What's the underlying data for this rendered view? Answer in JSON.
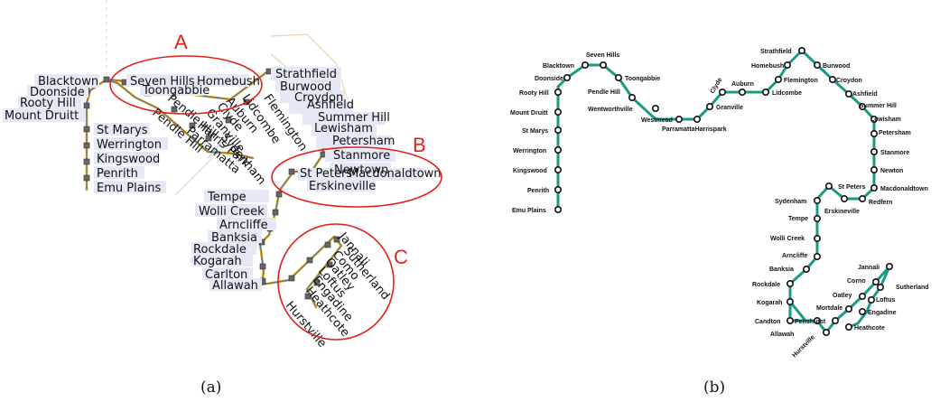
{
  "panel_a": {
    "caption": "(a)",
    "callouts": {
      "a": "A",
      "b": "B",
      "c": "C"
    },
    "labels": [
      "Blacktown",
      "Doonside",
      "Rooty Hill",
      "Mount Druitt",
      "St Marys",
      "Werrington",
      "Kingswood",
      "Penrith",
      "Emu Plains",
      "Seven Hills",
      "Toongabbie",
      "Homebush",
      "Pendle Hill",
      "Pendle Hill",
      "Harris Park",
      "Parramatta",
      "Granville",
      "Clyde",
      "Auburn",
      "Lidcombe",
      "Sydenham",
      "Flemington",
      "Strathfield",
      "Burwood",
      "Croydon",
      "Ashfield",
      "Summer Hill",
      "Lewisham",
      "Petersham",
      "Stanmore",
      "Newtown",
      "St Peters",
      "Macdonaldtown",
      "Erskineville",
      "Tempe",
      "Wolli Creek",
      "Arncliffe",
      "Banksia",
      "Rockdale",
      "Kogarah",
      "Carlton",
      "Allawah",
      "Jannali",
      "Sutherland",
      "Como",
      "Oatley",
      "Loftus",
      "Engadine",
      "Heathcote",
      "Hurstville"
    ]
  },
  "panel_b": {
    "caption": "(b)",
    "stations": [
      "Blacktown",
      "Seven Hills",
      "Doonside",
      "Toongabbie",
      "Rooty Hill",
      "Pendle Hill",
      "Mount Druitt",
      "Wentworthville",
      "Westmead",
      "ParramattaHarrispark",
      "Granville",
      "Clyde",
      "Auburn",
      "Lidcombe",
      "Flemington",
      "Homebush",
      "Strathfield",
      "Burwood",
      "Croydon",
      "Ashfield",
      "Summer Hill",
      "Lewisham",
      "Petersham",
      "Stanmore",
      "Newton",
      "Macdonaldtown",
      "Redfern",
      "St Peters",
      "Erskineville",
      "Sydenham",
      "Tempe",
      "Wolli Creek",
      "Arncliffe",
      "Banksia",
      "Rockdale",
      "Kogarah",
      "Candton",
      "Penshurst",
      "Allawah",
      "Hurstville",
      "Mortdale",
      "Oatley",
      "Corno",
      "Jannali",
      "Sutherland",
      "Loftus",
      "Engadine",
      "Heathcote",
      "St Marys",
      "Werrington",
      "Kingswood",
      "Penrith",
      "Emu Plains"
    ]
  },
  "colors": {
    "line_b": "#1a9a86",
    "line_a": "#e8a400",
    "callout": "#e0201a"
  }
}
